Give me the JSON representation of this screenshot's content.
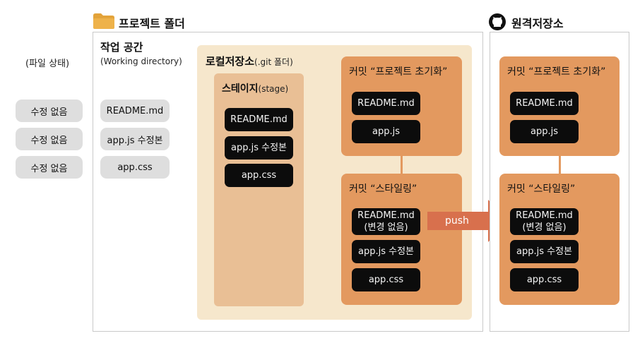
{
  "project_folder": {
    "title": "프로젝트 폴더",
    "folder_color": "#e3a33a"
  },
  "remote": {
    "title": "원격저장소"
  },
  "file_status": {
    "header": "(파일 상태)",
    "items": [
      "수정 없음",
      "수정 없음",
      "수정 없음"
    ]
  },
  "working_directory": {
    "title": "작업 공간",
    "subtitle": "(Working directory)",
    "files": [
      "README.md",
      "app.js 수정본",
      "app.css"
    ]
  },
  "local_repo": {
    "title": "로컬저장소",
    "subtitle": "(.git 폴더)",
    "bg_color": "#f6e7cc"
  },
  "stage": {
    "title": "스테이지",
    "subtitle": "(stage)",
    "files": [
      "README.md",
      "app.js 수정본",
      "app.css"
    ],
    "bg_color": "#e9bf95"
  },
  "local_commits": [
    {
      "title": "커밋 “프로젝트 초기화”",
      "files": [
        "README.md",
        "app.js"
      ]
    },
    {
      "title": "커밋 “스타일링”",
      "files": [
        "README.md\n(변경 없음)",
        "app.js 수정본",
        "app.css"
      ]
    }
  ],
  "remote_commits": [
    {
      "title": "커밋 “프로젝트 초기화”",
      "files": [
        "README.md",
        "app.js"
      ]
    },
    {
      "title": "커밋 “스타일링”",
      "files": [
        "README.md\n(변경 없음)",
        "app.js 수정본",
        "app.css"
      ]
    }
  ],
  "push_arrow": {
    "label": "push",
    "color": "#d8704d"
  },
  "colors": {
    "commit": "#e3995f",
    "file_box": "#0c0c0c",
    "status_pill": "#dedede",
    "frame_border": "#c9c9c9"
  }
}
